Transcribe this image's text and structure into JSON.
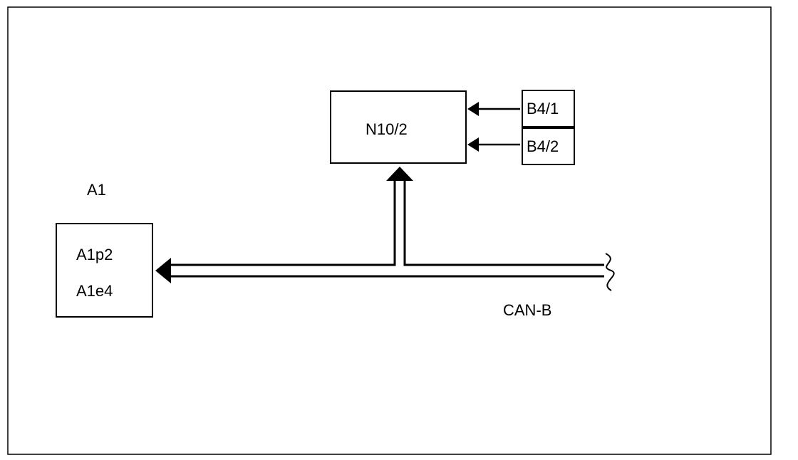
{
  "diagram": {
    "blocks": {
      "n10_2": "N10/2",
      "b4_1": "B4/1",
      "b4_2": "B4/2",
      "a1_title": "A1",
      "a1p2": "A1p2",
      "a1e4": "A1e4"
    },
    "bus_label": "CAN-B"
  },
  "colors": {
    "line": "#000000",
    "background": "#ffffff"
  }
}
